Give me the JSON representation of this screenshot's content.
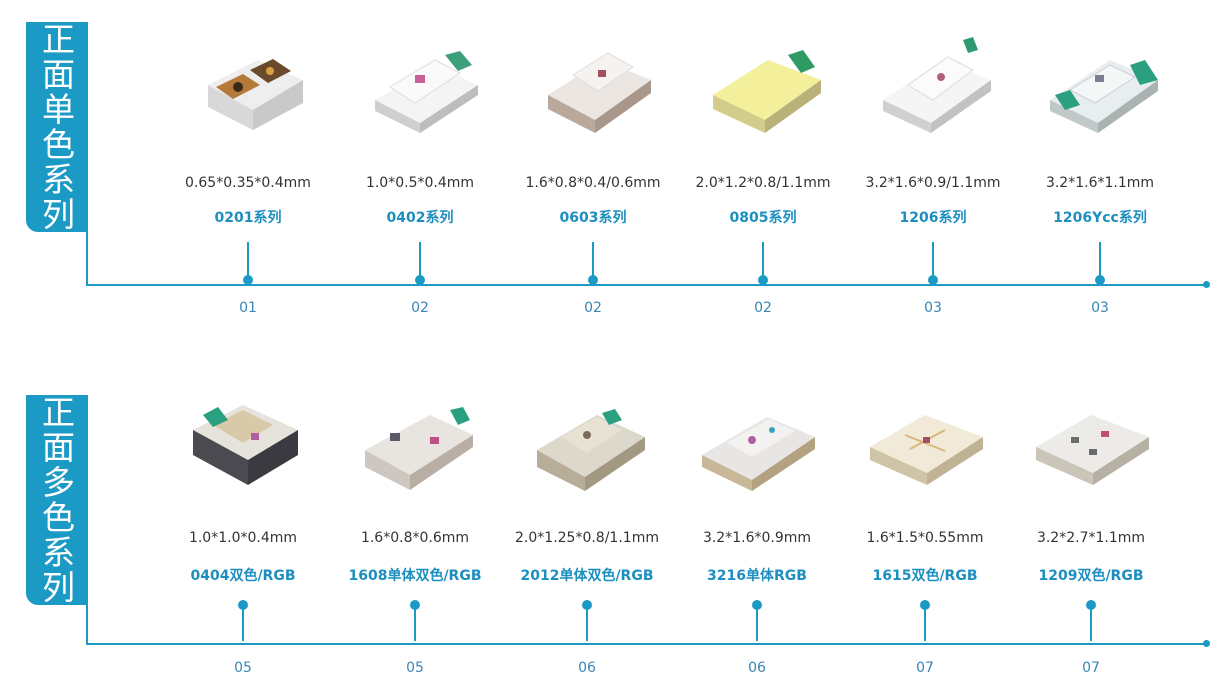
{
  "section1": {
    "title": "正面单色系列",
    "items": [
      {
        "dim": "0.65*0.35*0.4mm",
        "series": "0201系列",
        "num": "01"
      },
      {
        "dim": "1.0*0.5*0.4mm",
        "series": "0402系列",
        "num": "02"
      },
      {
        "dim": "1.6*0.8*0.4/0.6mm",
        "series": "0603系列",
        "num": "02"
      },
      {
        "dim": "2.0*1.2*0.8/1.1mm",
        "series": "0805系列",
        "num": "02"
      },
      {
        "dim": "3.2*1.6*0.9/1.1mm",
        "series": "1206系列",
        "num": "03"
      },
      {
        "dim": "3.2*1.6*1.1mm",
        "series": "1206Ycc系列",
        "num": "03"
      }
    ]
  },
  "section2": {
    "title": "正面多色系列",
    "items": [
      {
        "dim": "1.0*1.0*0.4mm",
        "series": "0404双色/RGB",
        "num": "05"
      },
      {
        "dim": "1.6*0.8*0.6mm",
        "series": "1608单体双色/RGB",
        "num": "05"
      },
      {
        "dim": "2.0*1.25*0.8/1.1mm",
        "series": "2012单体双色/RGB",
        "num": "06"
      },
      {
        "dim": "3.2*1.6*0.9mm",
        "series": "3216单体RGB",
        "num": "06"
      },
      {
        "dim": "1.6*1.5*0.55mm",
        "series": "1615双色/RGB",
        "num": "07"
      },
      {
        "dim": "3.2*2.7*1.1mm",
        "series": "1209双色/RGB",
        "num": "07"
      }
    ]
  },
  "colors": {
    "accent": "#1c9ac6",
    "label": "#1c8fc0"
  }
}
